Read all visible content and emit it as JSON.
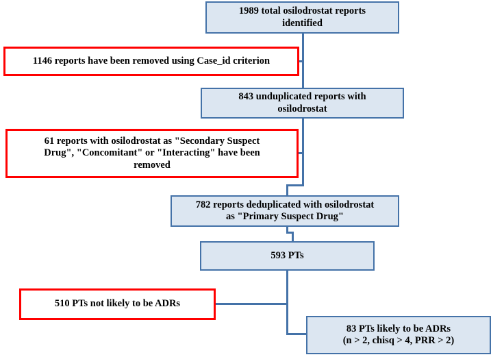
{
  "figure": {
    "type": "flowchart",
    "orientation": "top-to-bottom",
    "title": "Osilodrostat adverse drug reaction report selection flowchart"
  },
  "colors": {
    "box_fill_blue": "#dce6f1",
    "box_border_blue": "#4472a8",
    "box_fill_red": "#ffffff",
    "box_border_red": "#ff0000",
    "connector": "#4472a8",
    "text": "#000000",
    "background": "#ffffff"
  },
  "nodes": {
    "total_reports": {
      "label": "1989 total osilodrostat reports\nidentified",
      "count": 1989,
      "style": "blue"
    },
    "removed_caseid": {
      "label": "1146 reports have been removed using Case_id criterion",
      "count": 1146,
      "style": "red"
    },
    "unduplicated_reports": {
      "label": "843 unduplicated reports with\nosilodrostat",
      "count": 843,
      "style": "blue"
    },
    "removed_suspect": {
      "label": "61 reports with osilodrostat as \"Secondary Suspect\nDrug\", \"Concomitant\" or \"Interacting\" have been\nremoved",
      "count": 61,
      "style": "red"
    },
    "deduplicated_reports": {
      "label": "782 reports deduplicated with osilodrostat\nas \"Primary Suspect Drug\"",
      "count": 782,
      "style": "blue"
    },
    "pts_total": {
      "label": "593 PTs",
      "count": 593,
      "style": "blue"
    },
    "pts_not_adr": {
      "label": "510 PTs not likely to be ADRs",
      "count": 510,
      "style": "red"
    },
    "pts_adr": {
      "label": "83 PTs likely to be ADRs\n(n > 2, chisq > 4, PRR > 2)",
      "count": 83,
      "criteria": "n > 2, chisq > 4, PRR > 2",
      "style": "blue"
    }
  },
  "edges": [
    {
      "from": "total_reports",
      "to": "removed_caseid"
    },
    {
      "from": "total_reports",
      "to": "unduplicated_reports"
    },
    {
      "from": "unduplicated_reports",
      "to": "removed_suspect"
    },
    {
      "from": "unduplicated_reports",
      "to": "deduplicated_reports"
    },
    {
      "from": "deduplicated_reports",
      "to": "pts_total"
    },
    {
      "from": "pts_total",
      "to": "pts_not_adr"
    },
    {
      "from": "pts_total",
      "to": "pts_adr"
    }
  ]
}
